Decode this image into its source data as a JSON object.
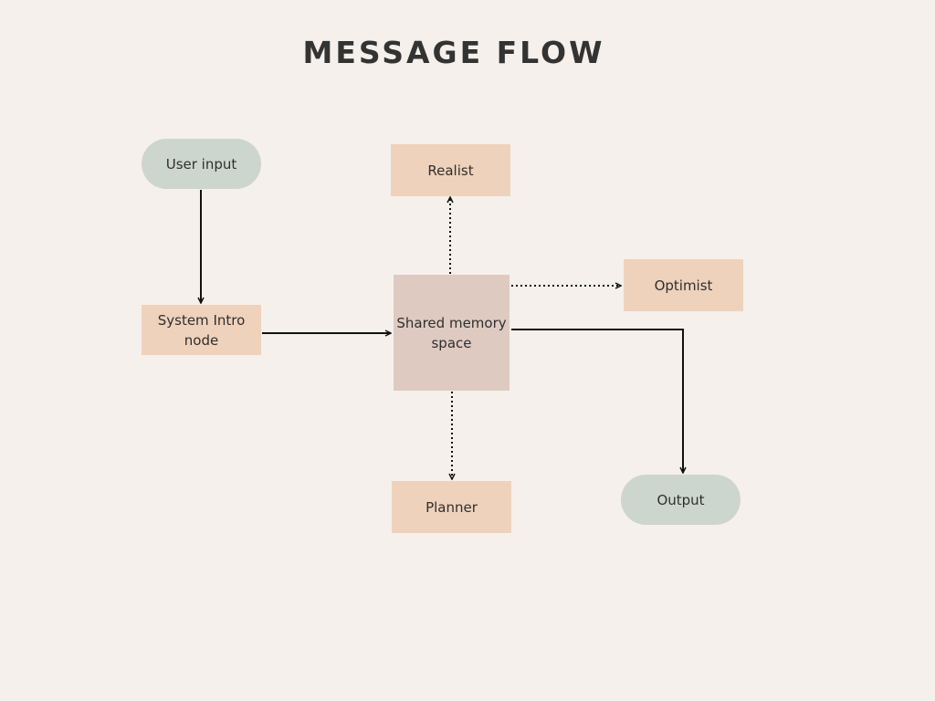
{
  "title": "MESSAGE FLOW",
  "nodes": {
    "user_input": "User input",
    "system_intro": "System Intro node",
    "shared_memory": "Shared memory space",
    "realist": "Realist",
    "optimist": "Optimist",
    "planner": "Planner",
    "output": "Output"
  },
  "colors": {
    "background": "#f5f0eb",
    "terminal": "#cdd6ce",
    "process": "#efd2bb",
    "memory": "#dfcac1",
    "line": "#111111"
  },
  "edges": [
    {
      "from": "User input",
      "to": "System Intro node",
      "style": "solid"
    },
    {
      "from": "System Intro node",
      "to": "Shared memory space",
      "style": "solid"
    },
    {
      "from": "Shared memory space",
      "to": "Realist",
      "style": "dotted"
    },
    {
      "from": "Shared memory space",
      "to": "Optimist",
      "style": "dotted"
    },
    {
      "from": "Shared memory space",
      "to": "Planner",
      "style": "dotted"
    },
    {
      "from": "Shared memory space",
      "to": "Output",
      "style": "solid"
    }
  ]
}
